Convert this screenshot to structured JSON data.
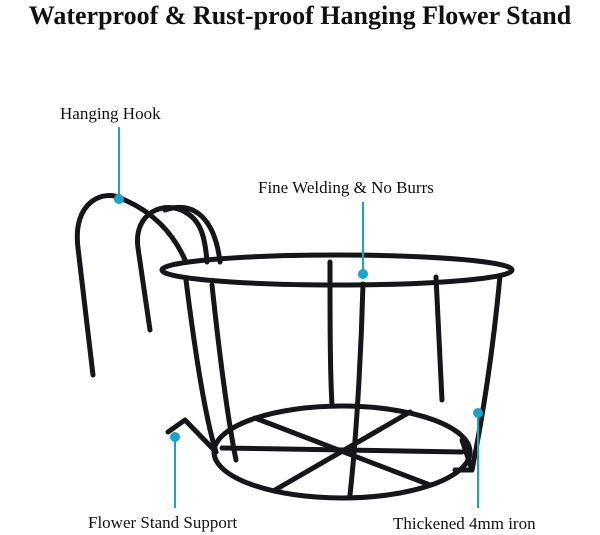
{
  "title": "Waterproof & Rust-proof Hanging Flower Stand",
  "callouts": {
    "hook": "Hanging Hook",
    "welding": "Fine Welding & No Burrs",
    "support": "Flower Stand Support",
    "iron": "Thickened 4mm iron"
  },
  "colors": {
    "frame": "#14161a",
    "callout": "#1aa3c8",
    "text": "#111111"
  }
}
